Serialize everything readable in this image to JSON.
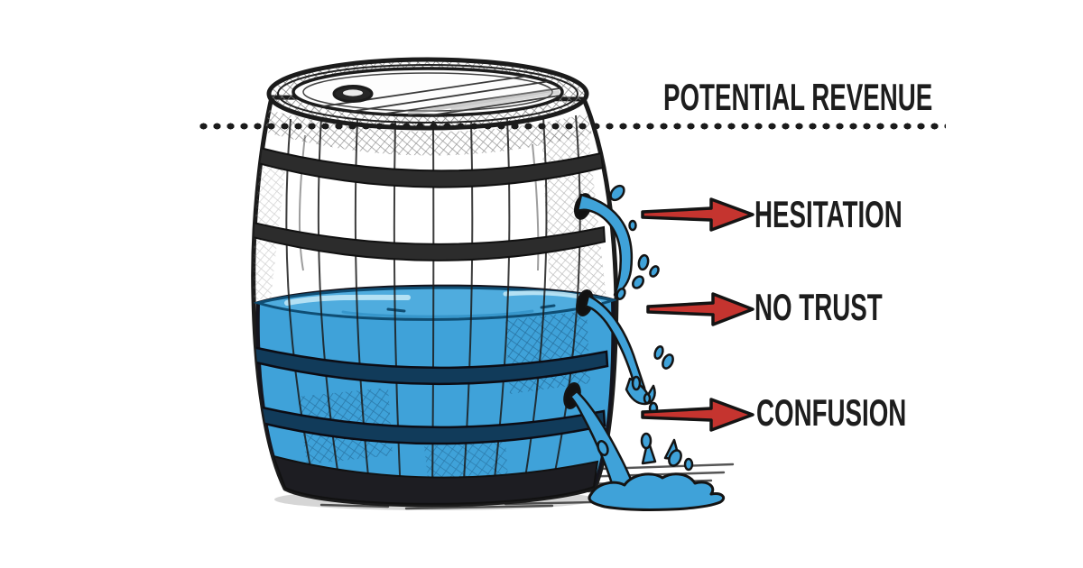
{
  "diagram": {
    "threshold": {
      "label": "POTENTIAL REVENUE"
    },
    "leaks": [
      {
        "label": "HESITATION"
      },
      {
        "label": "NO TRUST"
      },
      {
        "label": "CONFUSION"
      }
    ],
    "colors": {
      "water": "#3FA2D9",
      "water_surface": "#4FACDE",
      "water_highlight": "#BFE7F6",
      "water_dark": "#0F4E74",
      "arrow_red": "#C5342F",
      "ink": "#1B1B1B"
    }
  }
}
